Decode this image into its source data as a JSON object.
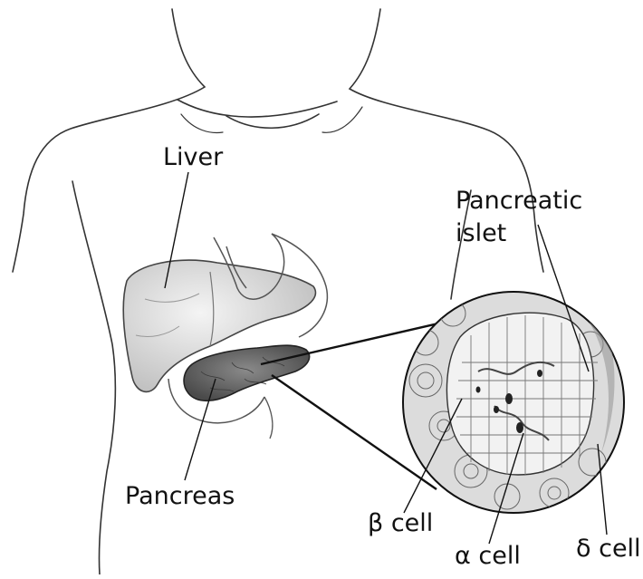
{
  "labels": {
    "liver": "Liver",
    "pancreas": "Pancreas",
    "pancreatic_islet_line1": "Pancreatic",
    "pancreatic_islet_line2": "islet",
    "beta_cell": "β cell",
    "alpha_cell": "α cell",
    "delta_cell": "δ cell"
  },
  "colors": {
    "ink": "#111111",
    "pancreas_fill": "#6b6b6b",
    "organ_shade": "#e4e4e4",
    "islet_bg": "#d9d9d9"
  }
}
